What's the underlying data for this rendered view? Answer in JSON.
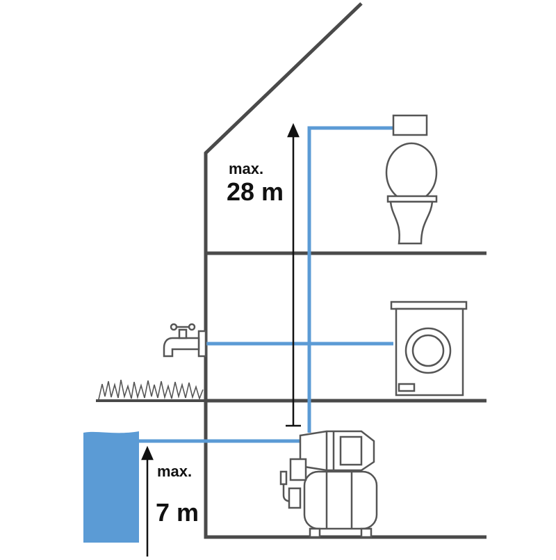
{
  "labels": {
    "upper_max": "max.",
    "upper_value": "28 m",
    "lower_max": "max.",
    "lower_value": "7 m"
  },
  "colors": {
    "pipe": "#5b9bd5",
    "water": "#5b9bd5",
    "wall": "#4a4a4a",
    "appliance": "#555555"
  }
}
